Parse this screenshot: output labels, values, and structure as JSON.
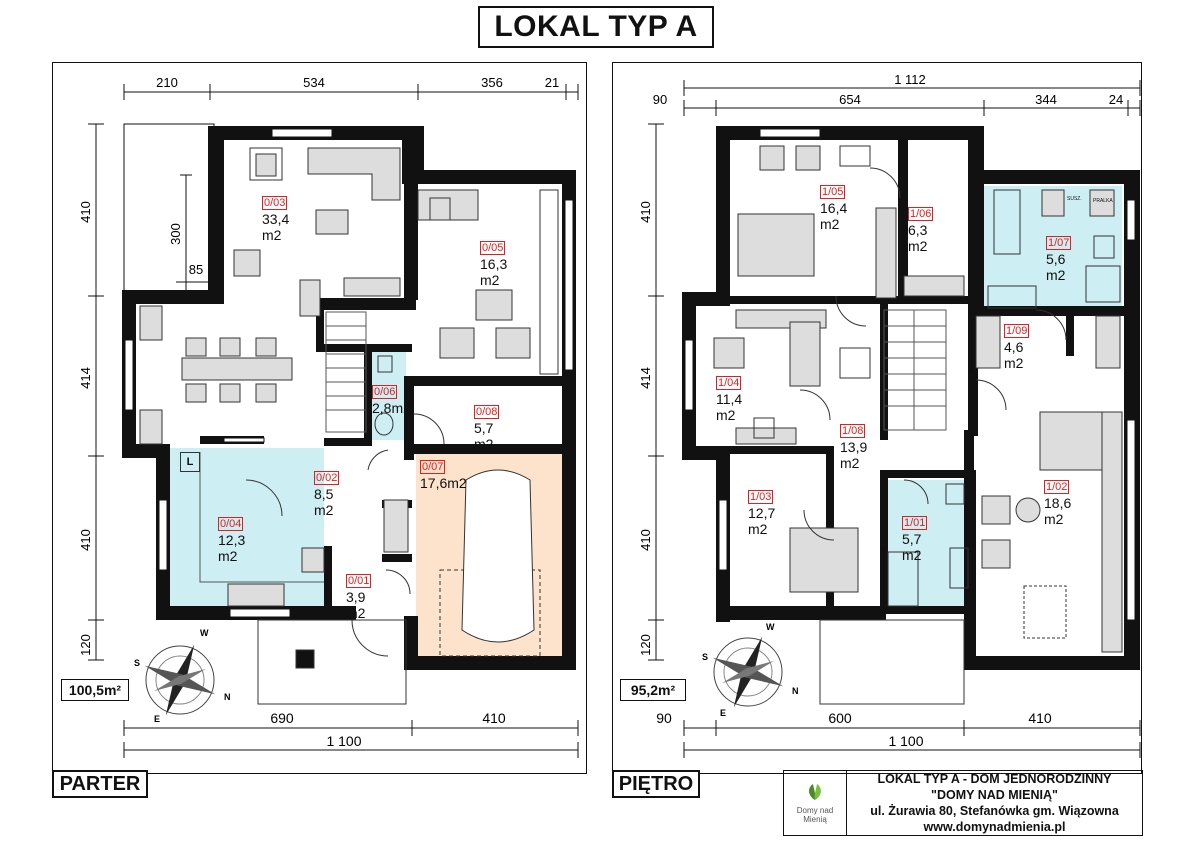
{
  "title": "LOKAL TYP A",
  "colors": {
    "wall": "#111111",
    "bath": "#cdeef3",
    "garage": "#fde3cc",
    "room_label_border": "#e02020",
    "window": "#ffffff"
  },
  "parter": {
    "label": "PARTER",
    "total_area": "100,5m²",
    "dims_top": [
      "210",
      "534",
      "356",
      "21"
    ],
    "dims_bottom": [
      "690",
      "410"
    ],
    "dim_total_bottom": "1 100",
    "dims_left": [
      "410",
      "414",
      "410",
      "120"
    ],
    "dim_inner_300": "300",
    "dim_inner_85": "85",
    "rooms": [
      {
        "id": "0/03",
        "area": "33,4 m2"
      },
      {
        "id": "0/05",
        "area": "16,3 m2"
      },
      {
        "id": "0/06",
        "area": "2,8m2"
      },
      {
        "id": "0/08",
        "area": "5,7 m2"
      },
      {
        "id": "0/07",
        "area": "17,6m2"
      },
      {
        "id": "0/02",
        "area": "8,5 m2"
      },
      {
        "id": "0/04",
        "area": "12,3 m2"
      },
      {
        "id": "0/01",
        "area": "3,9 m2"
      }
    ],
    "kitchen_mark": "L",
    "compass": [
      "W",
      "S",
      "N",
      "E"
    ]
  },
  "pietro": {
    "label": "PIĘTRO",
    "total_area": "95,2m²",
    "dims_top_total": "1 112",
    "dims_top": [
      "90",
      "654",
      "344",
      "24"
    ],
    "dims_bottom": [
      "90",
      "600",
      "410"
    ],
    "dim_total_bottom": "1 100",
    "dims_left": [
      "410",
      "414",
      "410",
      "120"
    ],
    "rooms": [
      {
        "id": "1/05",
        "area": "16,4 m2"
      },
      {
        "id": "1/06",
        "area": "6,3 m2"
      },
      {
        "id": "1/07",
        "area": "5,6 m2"
      },
      {
        "id": "1/09",
        "area": "4,6 m2"
      },
      {
        "id": "1/04",
        "area": "11,4 m2"
      },
      {
        "id": "1/08",
        "area": "13,9 m2"
      },
      {
        "id": "1/02",
        "area": "18,6 m2"
      },
      {
        "id": "1/03",
        "area": "12,7 m2"
      },
      {
        "id": "1/01",
        "area": "5,7 m2"
      }
    ],
    "appliance_labels": [
      "SUSZ.",
      "PRALKA"
    ],
    "compass": [
      "W",
      "S",
      "N",
      "E"
    ]
  },
  "info": {
    "line1": "LOKAL TYP A - DOM JEDNORODZINNY",
    "line2": "\"DOMY NAD MIENIĄ\"",
    "line3": "ul. Żurawia 80, Stefanówka gm. Wiązowna",
    "line4": "www.domynadmienia.pl",
    "logo_text": "Domy nad Mienią"
  }
}
